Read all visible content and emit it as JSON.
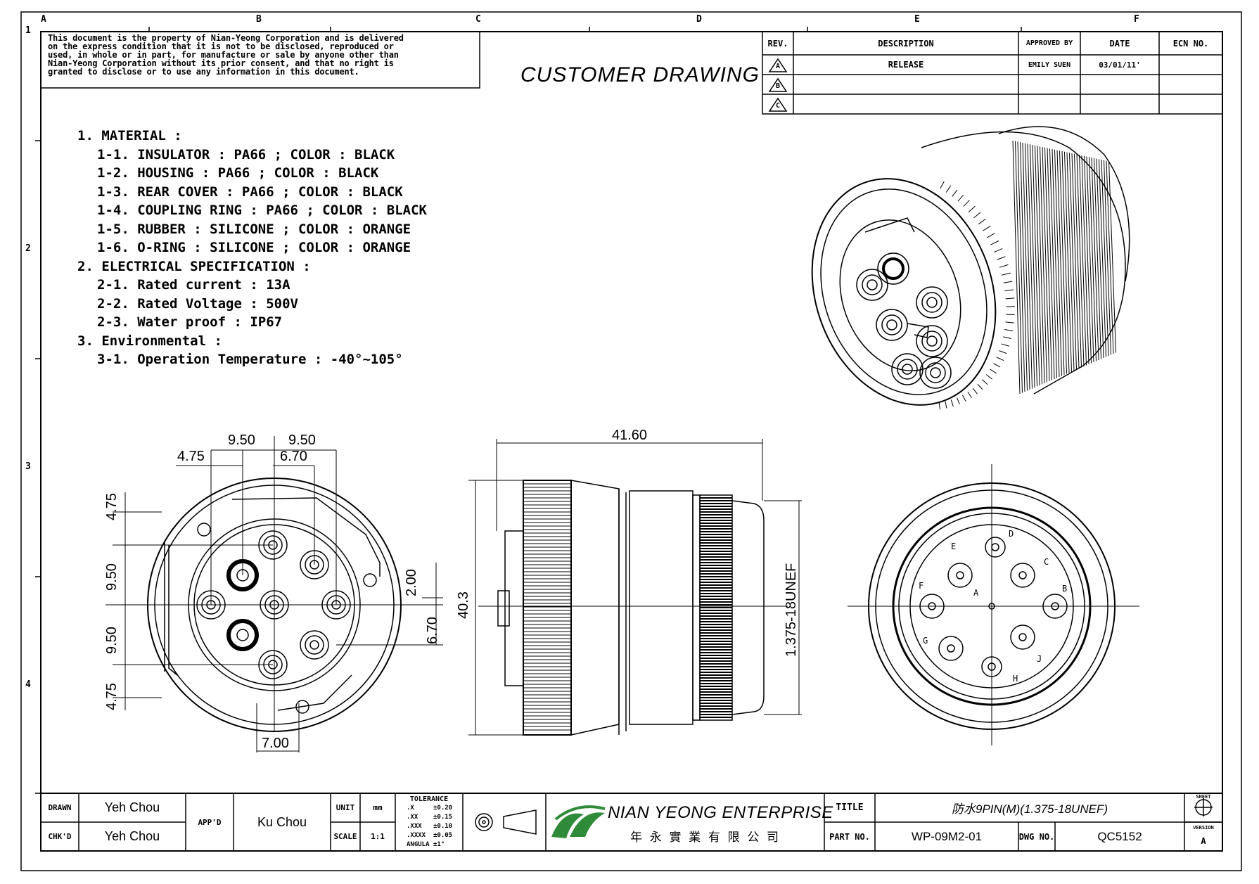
{
  "disclaimer": [
    "This document is the property of Nian-Yeong Corporation and is delivered",
    "on  the  express condition that it is not to be disclosed, reproduced or",
    "used, in whole or in part, for manufacture or sale by anyone other than",
    "Nian-Yeong Corporation without  its prior consent, and that  no right  is",
    "granted to disclose or to use any information in this  document."
  ],
  "drawing_label": "CUSTOMER  DRAWING",
  "border": {
    "columns": [
      "A",
      "B",
      "C",
      "D",
      "E",
      "F"
    ],
    "rows": [
      "1",
      "2",
      "3",
      "4"
    ]
  },
  "revision_table": {
    "headers": [
      "REV.",
      "DESCRIPTION",
      "APPROVED BY",
      "DATE",
      "ECN NO."
    ],
    "rows": [
      {
        "rev": "A",
        "description": "RELEASE",
        "approved_by": "EMILY SUEN",
        "date": "03/01/11'",
        "ecn": ""
      },
      {
        "rev": "B",
        "description": "",
        "approved_by": "",
        "date": "",
        "ecn": ""
      },
      {
        "rev": "C",
        "description": "",
        "approved_by": "",
        "date": "",
        "ecn": ""
      }
    ]
  },
  "notes": [
    {
      "text": "1. MATERIAL :",
      "indent": 0
    },
    {
      "text": "1-1. INSULATOR : PA66 ; COLOR : BLACK",
      "indent": 1
    },
    {
      "text": "1-2. HOUSING : PA66 ; COLOR : BLACK",
      "indent": 1
    },
    {
      "text": "1-3. REAR COVER : PA66 ; COLOR : BLACK",
      "indent": 1
    },
    {
      "text": "1-4. COUPLING RING : PA66 ; COLOR : BLACK",
      "indent": 1
    },
    {
      "text": "1-5. RUBBER : SILICONE ; COLOR : ORANGE",
      "indent": 1
    },
    {
      "text": "1-6. O-RING : SILICONE ; COLOR : ORANGE",
      "indent": 1
    },
    {
      "text": "2. ELECTRICAL SPECIFICATION :",
      "indent": 0
    },
    {
      "text": "2-1. Rated current : 13A",
      "indent": 1
    },
    {
      "text": "2-2. Rated Voltage : 500V",
      "indent": 1
    },
    {
      "text": "2-3. Water proof : IP67",
      "indent": 1
    },
    {
      "text": "3. Environmental :",
      "indent": 0
    },
    {
      "text": "3-1. Operation Temperature : -40°~105°",
      "indent": 1
    }
  ],
  "dimensions": {
    "front": {
      "top1": "9.50",
      "top2": "9.50",
      "top3": "4.75",
      "top4": "6.70",
      "left1": "4.75",
      "left2": "9.50",
      "left3": "9.50",
      "left4": "4.75",
      "right1": "2.00",
      "right2": "6.70",
      "bottom": "7.00"
    },
    "side": {
      "width": "41.60",
      "height": "40.3",
      "thread": "1.375-18UNEF"
    }
  },
  "pin_labels": [
    "A",
    "B",
    "C",
    "D",
    "E",
    "F",
    "G",
    "H",
    "J"
  ],
  "title_block": {
    "drawn_label": "DRAWN",
    "drawn_by": "Yeh Chou",
    "chkd_label": "CHK'D",
    "checked_by": "Yeh Chou",
    "appd_label": "APP'D",
    "approved_by": "Ku Chou",
    "unit_label": "UNIT",
    "unit": "mm",
    "scale_label": "SCALE",
    "scale": "1:1",
    "tolerance_label": "TOLERANCE",
    "tolerances": [
      {
        "k": ".X",
        "v": "±0.20"
      },
      {
        "k": ".XX",
        "v": "±0.15"
      },
      {
        "k": ".XXX",
        "v": "±0.10"
      },
      {
        "k": ".XXXX",
        "v": "±0.05"
      },
      {
        "k": "ANGULA",
        "v": "±1°"
      }
    ],
    "company": "NIAN YEONG ENTERPRISE",
    "company_cn": "年 永 實 業 有 限 公 司",
    "title_label": "TITLE",
    "title": "防水9PIN(M)(1.375-18UNEF)",
    "part_label": "PART NO.",
    "part_no": "WP-09M2-01",
    "dwg_label": "DWG NO.",
    "dwg_no": "QC5152",
    "sheet_label": "SHEET",
    "version_label": "VERSION",
    "version": "A"
  },
  "colors": {
    "ink": "#000000",
    "logo_green": "#2f8a3a",
    "paper": "#ffffff"
  }
}
